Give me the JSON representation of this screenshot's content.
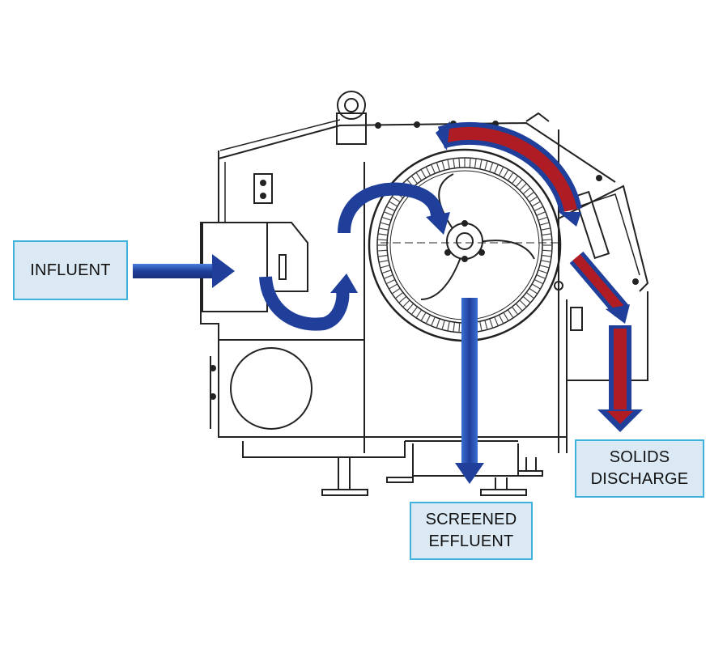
{
  "labels": {
    "influent": "INFLUENT",
    "screened_effluent": [
      "SCREENED",
      "EFFLUENT"
    ],
    "solids_discharge": [
      "SOLIDS",
      "DISCHARGE"
    ]
  },
  "colors": {
    "flow_blue": "#1f3f9a",
    "flow_blue_light": "#3b6fd4",
    "solids_red": "#b01c24",
    "machine_line": "#222222",
    "label_fill": "#dbe9f5",
    "label_border": "#3fb3dc"
  }
}
